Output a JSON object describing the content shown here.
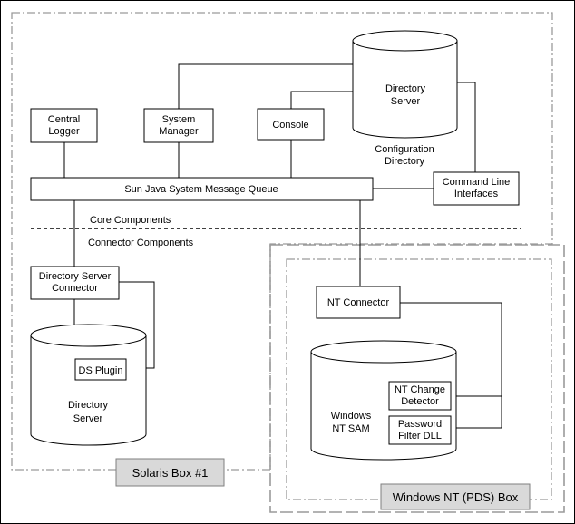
{
  "labels": {
    "directory_server_top": [
      "Directory",
      "Server"
    ],
    "configuration_directory": [
      "Configuration",
      "Directory"
    ],
    "central_logger": [
      "Central",
      "Logger"
    ],
    "system_manager": [
      "System",
      "Manager"
    ],
    "console": "Console",
    "command_line_interfaces": [
      "Command Line",
      "Interfaces"
    ],
    "message_queue": "Sun Java System Message Queue",
    "core_components": "Core Components",
    "connector_components": "Connector Components",
    "ds_connector": [
      "Directory Server",
      "Connector"
    ],
    "ds_plugin": "DS Plugin",
    "directory_server_bottom": [
      "Directory",
      "Server"
    ],
    "nt_connector": "NT Connector",
    "windows_nt_sam": [
      "Windows",
      "NT SAM"
    ],
    "nt_change_detector": [
      "NT Change",
      "Detector"
    ],
    "password_filter_dll": [
      "Password",
      "Filter DLL"
    ],
    "solaris_box": "Solaris Box #1",
    "windows_nt_box": "Windows NT (PDS) Box"
  }
}
